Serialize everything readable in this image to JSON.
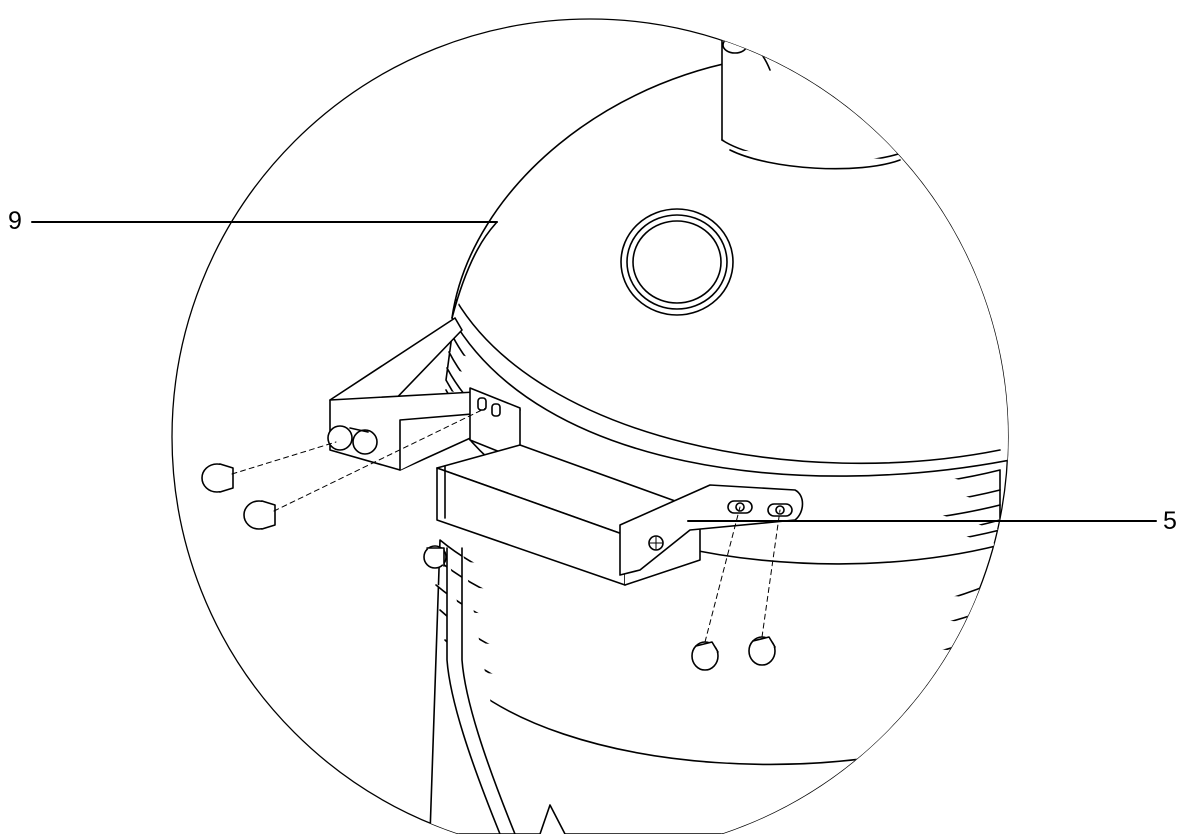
{
  "callouts": [
    {
      "id": "9",
      "label": "9",
      "part": "lid"
    },
    {
      "id": "5",
      "label": "5",
      "part": "handle"
    }
  ],
  "colors": {
    "line": "#000000",
    "background": "#ffffff",
    "hidden_line": "#000000"
  }
}
